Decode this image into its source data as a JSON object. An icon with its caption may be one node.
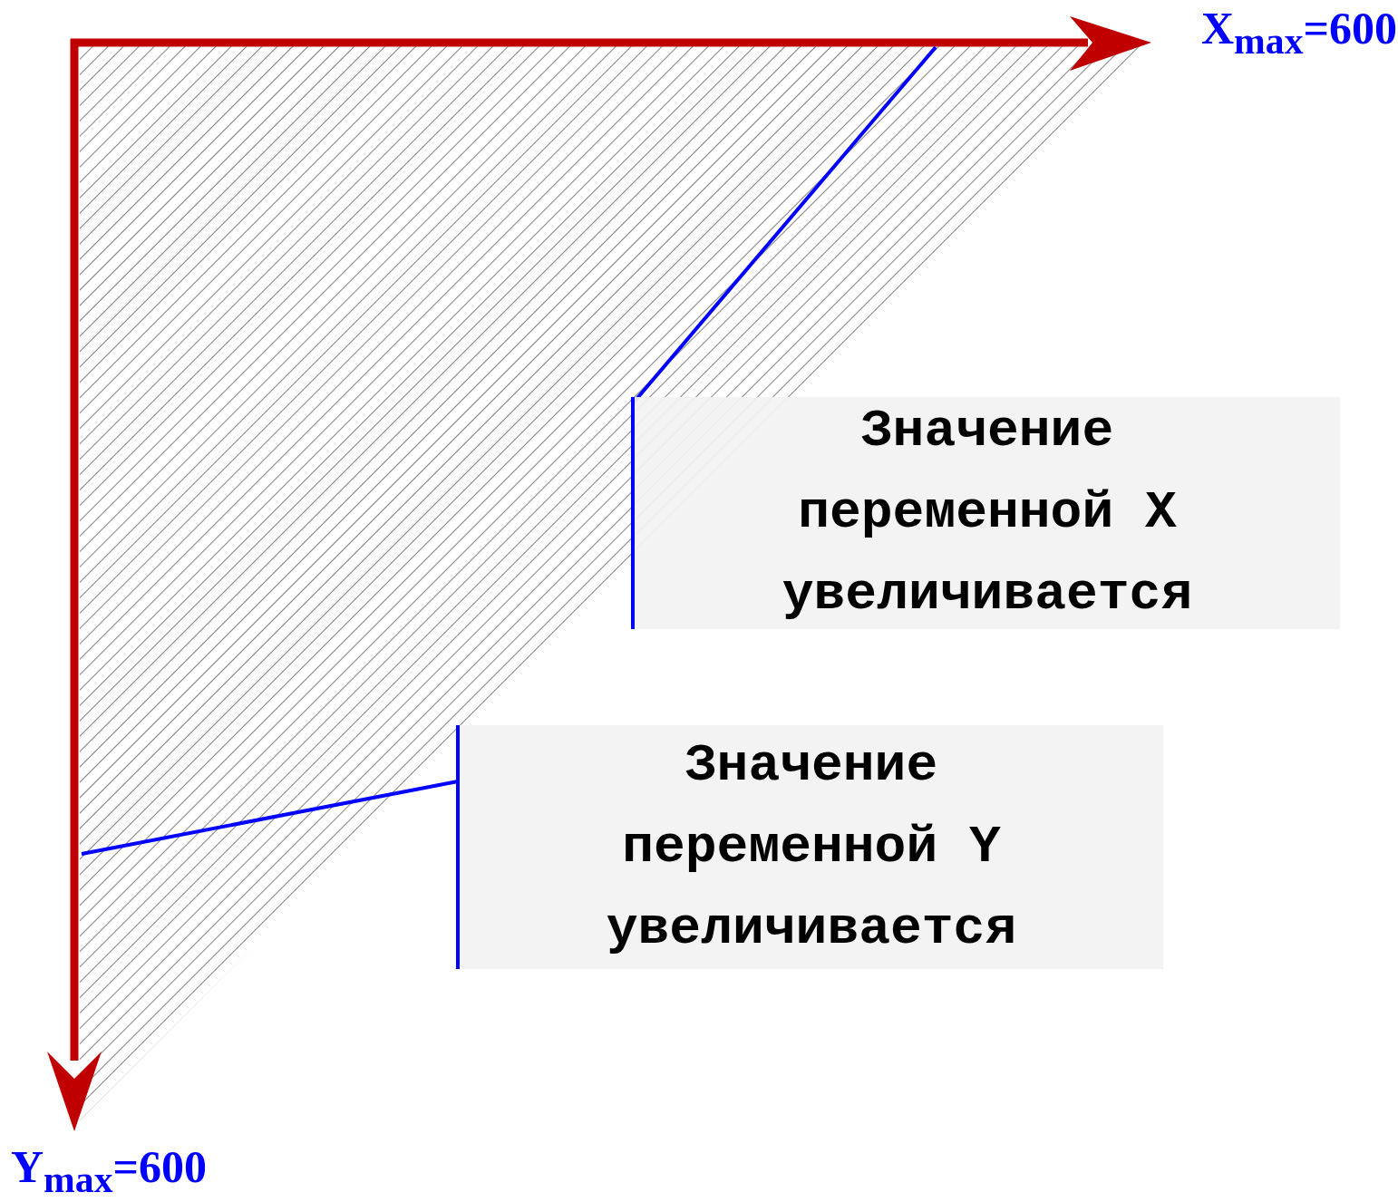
{
  "diagram": {
    "nodes": [
      {
        "text": [
          "Значение переменной X увеличивается"
        ]
      },
      {
        "text": [
          "Значение переменной Y увеличивается"
        ]
      }
    ],
    "edges": [
      {
        "from": 0,
        "to": null,
        "arrow": "none"
      },
      {
        "from": 1,
        "to": null,
        "arrow": "none"
      }
    ],
    "labels": [
      "X$_{max}$=600",
      "Y$_{max}$=600"
    ]
  }
}
